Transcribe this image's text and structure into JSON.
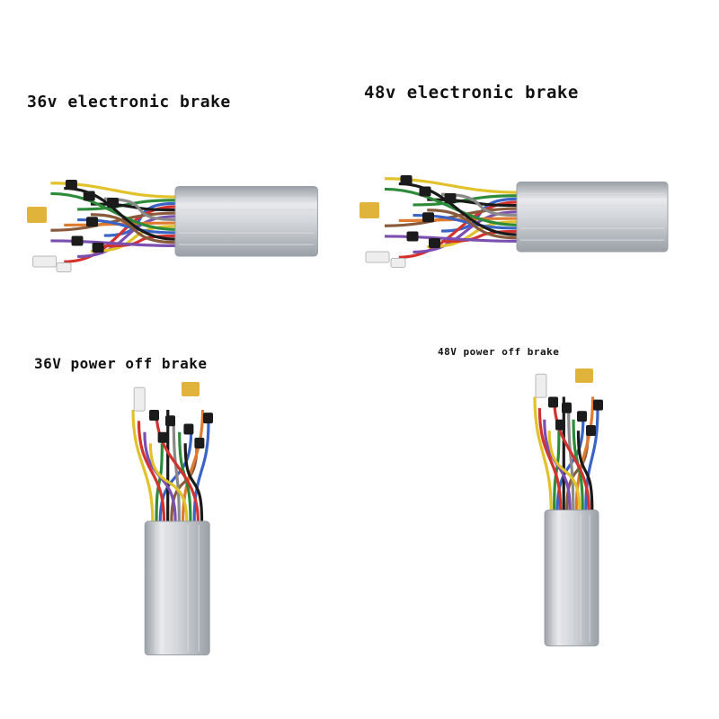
{
  "panels": [
    {
      "caption": "36v electronic brake",
      "orientation": "horizontal"
    },
    {
      "caption": "48v electronic brake",
      "orientation": "horizontal"
    },
    {
      "caption": "36V power off brake",
      "orientation": "vertical"
    },
    {
      "caption": "48V power off brake",
      "orientation": "vertical"
    }
  ],
  "colors": {
    "background": "#ffffff",
    "housing": "#c9cdd2",
    "housing_highlight": "#e8eaed",
    "housing_shadow": "#9aa0a6",
    "connector_black": "#1b1b1b",
    "connector_yellow": "#e0b33a",
    "connector_white": "#eeeeee",
    "wire_colors": [
      "#e1c22b",
      "#2e8b3a",
      "#3a63c6",
      "#d3322f",
      "#1a1a1a",
      "#8a5a3c",
      "#7b4fb0",
      "#8a8a8a",
      "#e07a2f"
    ]
  }
}
